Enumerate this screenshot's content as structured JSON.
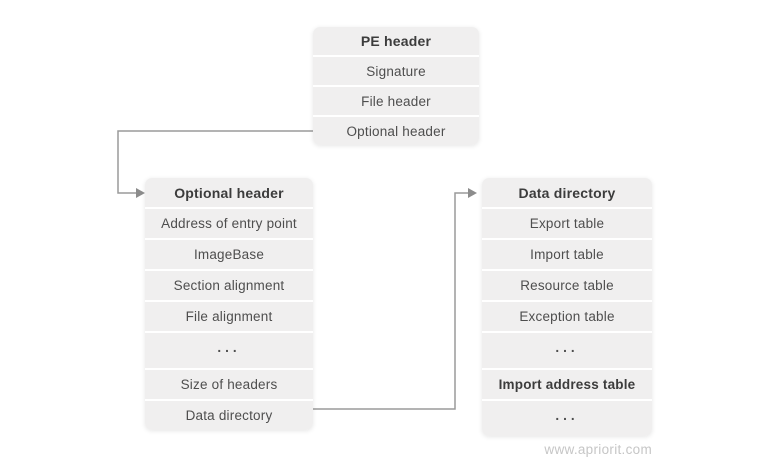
{
  "page": {
    "watermark": "www.apriorit.com"
  },
  "colors": {
    "box_fill": "#f0efef",
    "header_text": "#3c3c3c",
    "row_text": "#4e4e4e",
    "arrow": "#9a9a9a",
    "watermark": "#c6c6c6",
    "background": "#ffffff"
  },
  "boxes": [
    {
      "id": "pe-header",
      "title": "PE header",
      "rows": [
        {
          "label": "Signature",
          "bold": false
        },
        {
          "label": "File header",
          "bold": false
        },
        {
          "label": "Optional header",
          "bold": false
        }
      ]
    },
    {
      "id": "optional-header",
      "title": "Optional header",
      "rows": [
        {
          "label": "Address of entry point",
          "bold": false
        },
        {
          "label": "ImageBase",
          "bold": false
        },
        {
          "label": "Section alignment",
          "bold": false
        },
        {
          "label": "File alignment",
          "bold": false
        },
        {
          "label": "...",
          "bold": false
        },
        {
          "label": "Size of headers",
          "bold": false
        },
        {
          "label": "Data directory",
          "bold": false
        }
      ]
    },
    {
      "id": "data-directory",
      "title": "Data directory",
      "rows": [
        {
          "label": "Export table",
          "bold": false
        },
        {
          "label": "Import table",
          "bold": false
        },
        {
          "label": "Resource table",
          "bold": false
        },
        {
          "label": "Exception table",
          "bold": false
        },
        {
          "label": "...",
          "bold": false
        },
        {
          "label": "Import address table",
          "bold": true
        },
        {
          "label": "...",
          "bold": false
        }
      ]
    }
  ],
  "arrows": [
    {
      "from": "pe-header.optional-header-row",
      "to": "optional-header.title"
    },
    {
      "from": "optional-header.data-directory-row",
      "to": "data-directory.title"
    }
  ]
}
